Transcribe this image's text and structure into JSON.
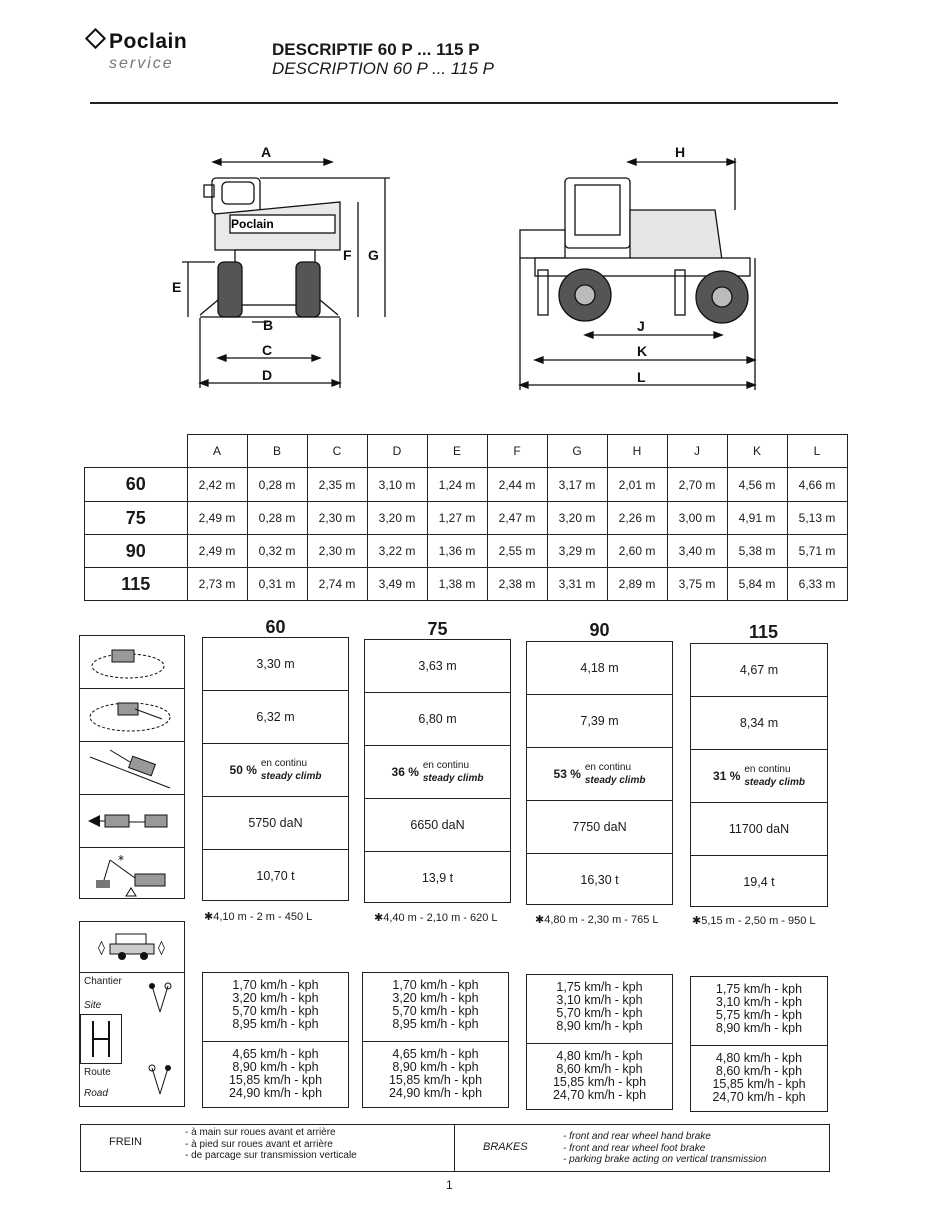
{
  "header": {
    "logo": "Poclain",
    "logo_sub": "service",
    "title_fr": "DESCRIPTIF 60 P ... 115 P",
    "title_en": "DESCRIPTION 60 P ... 115 P"
  },
  "diagram_labels": {
    "front": [
      "A",
      "B",
      "C",
      "D",
      "E",
      "F",
      "G"
    ],
    "side": [
      "H",
      "J",
      "K",
      "L"
    ],
    "machine_brand": "Poclain"
  },
  "dimensions": {
    "columns": [
      "A",
      "B",
      "C",
      "D",
      "E",
      "F",
      "G",
      "H",
      "J",
      "K",
      "L"
    ],
    "rows": [
      {
        "model": "60",
        "values": [
          "2,42 m",
          "0,28 m",
          "2,35 m",
          "3,10 m",
          "1,24 m",
          "2,44 m",
          "3,17 m",
          "2,01 m",
          "2,70 m",
          "4,56 m",
          "4,66 m"
        ]
      },
      {
        "model": "75",
        "values": [
          "2,49 m",
          "0,28 m",
          "2,30 m",
          "3,20 m",
          "1,27 m",
          "2,47 m",
          "3,20 m",
          "2,26 m",
          "3,00 m",
          "4,91 m",
          "5,13 m"
        ]
      },
      {
        "model": "90",
        "values": [
          "2,49 m",
          "0,32 m",
          "2,30 m",
          "3,22 m",
          "1,36 m",
          "2,55 m",
          "3,29 m",
          "2,60 m",
          "3,40 m",
          "5,38 m",
          "5,71 m"
        ]
      },
      {
        "model": "115",
        "values": [
          "2,73 m",
          "0,31 m",
          "2,74 m",
          "3,49 m",
          "1,38 m",
          "2,38 m",
          "3,31 m",
          "2,89 m",
          "3,75 m",
          "5,84 m",
          "6,33 m"
        ]
      }
    ]
  },
  "specs": {
    "models": [
      {
        "name": "60",
        "turn_radius": "3,30 m",
        "swing_radius": "6,32 m",
        "climb_pct": "50 %",
        "traction": "5750 daN",
        "lift": "10,70 t",
        "note": "✱4,10 m - 2 m - 450 L",
        "site_speeds": [
          "1,70 km/h - kph",
          "3,20 km/h - kph",
          "5,70 km/h - kph",
          "8,95 km/h - kph"
        ],
        "road_speeds": [
          "4,65 km/h - kph",
          "8,90 km/h - kph",
          "15,85 km/h - kph",
          "24,90 km/h - kph"
        ]
      },
      {
        "name": "75",
        "turn_radius": "3,63 m",
        "swing_radius": "6,80 m",
        "climb_pct": "36 %",
        "traction": "6650 daN",
        "lift": "13,9 t",
        "note": "✱4,40 m - 2,10 m - 620 L",
        "site_speeds": [
          "1,70 km/h - kph",
          "3,20 km/h - kph",
          "5,70 km/h - kph",
          "8,95 km/h - kph"
        ],
        "road_speeds": [
          "4,65 km/h - kph",
          "8,90 km/h - kph",
          "15,85 km/h - kph",
          "24,90 km/h - kph"
        ]
      },
      {
        "name": "90",
        "turn_radius": "4,18 m",
        "swing_radius": "7,39 m",
        "climb_pct": "53 %",
        "traction": "7750 daN",
        "lift": "16,30 t",
        "note": "✱4,80 m - 2,30 m - 765 L",
        "site_speeds": [
          "1,75 km/h - kph",
          "3,10 km/h - kph",
          "5,70 km/h - kph",
          "8,90 km/h - kph"
        ],
        "road_speeds": [
          "4,80 km/h - kph",
          "8,60 km/h - kph",
          "15,85 km/h - kph",
          "24,70 km/h - kph"
        ]
      },
      {
        "name": "115",
        "turn_radius": "4,67 m",
        "swing_radius": "8,34 m",
        "climb_pct": "31 %",
        "traction": "11700 daN",
        "lift": "19,4 t",
        "note": "✱5,15 m - 2,50 m - 950 L",
        "site_speeds": [
          "1,75 km/h - kph",
          "3,10 km/h - kph",
          "5,75 km/h - kph",
          "8,90 km/h - kph"
        ],
        "road_speeds": [
          "4,80 km/h - kph",
          "8,60 km/h - kph",
          "15,85 km/h - kph",
          "24,70 km/h - kph"
        ]
      }
    ],
    "climb_fr": "en continu",
    "climb_en": "steady climb",
    "gear_site_fr": "Chantier",
    "gear_site_en": "Site",
    "gear_road_fr": "Route",
    "gear_road_en": "Road",
    "icon_names": [
      "turning-circle-icon",
      "swing-circle-icon",
      "gradient-climb-icon",
      "drawbar-pull-icon",
      "lifting-capacity-icon",
      "travel-speed-icon",
      "gear-lever-icon"
    ]
  },
  "brakes": {
    "label_fr": "FREIN",
    "lines_fr": [
      "- à main sur roues avant et arrière",
      "- à pied sur roues avant et arrière",
      "- de parcage sur transmission verticale"
    ],
    "label_en": "BRAKES",
    "lines_en": [
      "- front and rear wheel hand brake",
      "- front and rear wheel foot brake",
      "- parking brake acting on vertical transmission"
    ]
  },
  "page_number": "1"
}
